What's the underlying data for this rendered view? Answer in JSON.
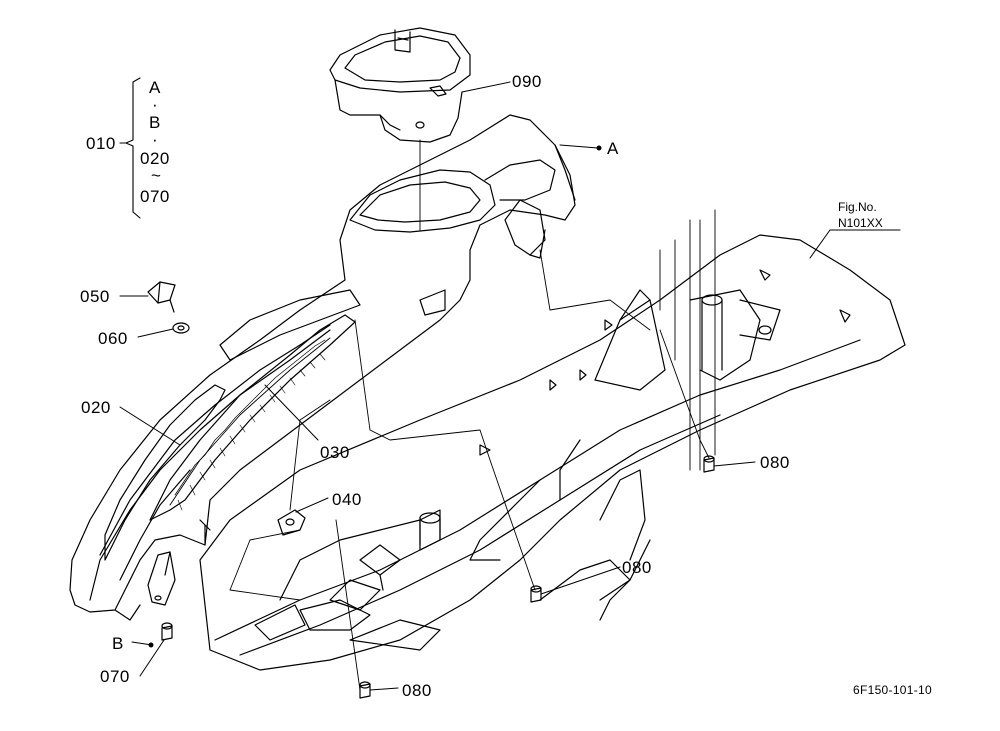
{
  "parts": {
    "p010": "010",
    "p020": "020",
    "p030": "030",
    "p040": "040",
    "p050": "050",
    "p060": "060",
    "p070": "070",
    "p080": "080",
    "p090": "090"
  },
  "bracket": {
    "items": [
      "A",
      "·",
      "B",
      "·",
      "020",
      "~",
      "070"
    ]
  },
  "refs": {
    "a": "A",
    "b": "B"
  },
  "fig": {
    "label": "Fig.No.",
    "number": "N101XX"
  },
  "drawing_code": "6F150-101-10",
  "colors": {
    "line": "#000000",
    "background": "#ffffff"
  }
}
